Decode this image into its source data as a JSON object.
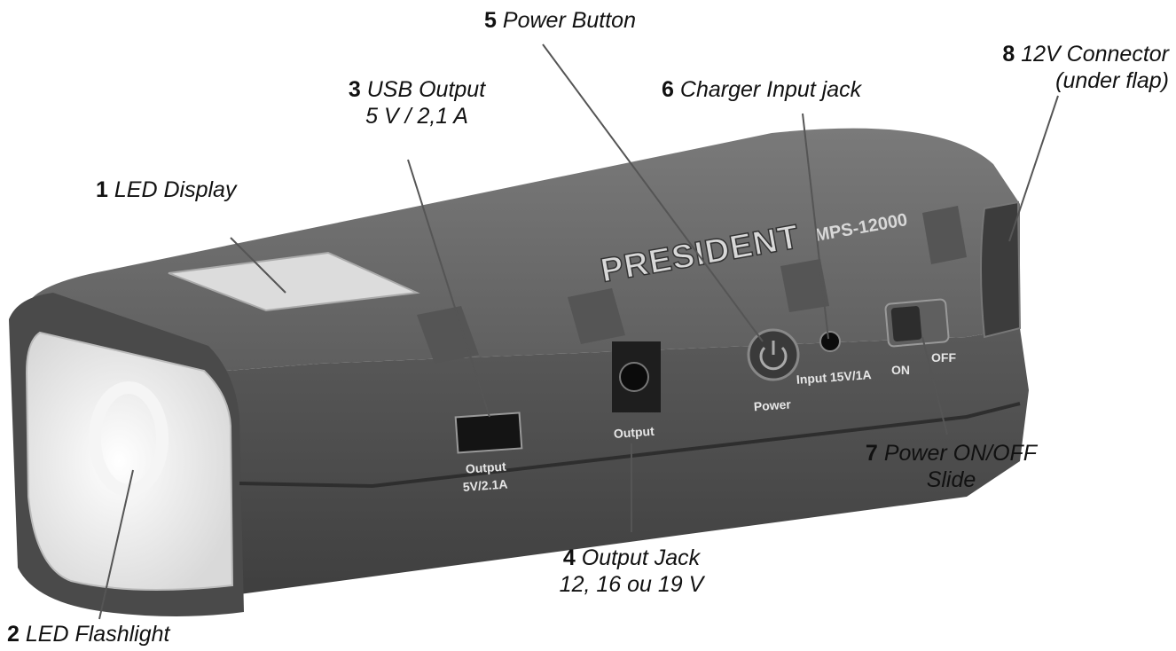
{
  "device": {
    "brand": "PRESIDENT",
    "model": "MPS-12000",
    "port_labels": {
      "usb_output": "Output",
      "usb_rating": "5V/2.1A",
      "dc_output": "Output",
      "power": "Power",
      "input": "Input 15V/1A",
      "switch_on": "ON",
      "switch_off": "OFF"
    }
  },
  "callouts": [
    {
      "id": "led-display",
      "number": "1",
      "text": "LED Display",
      "sub": ""
    },
    {
      "id": "led-flashlight",
      "number": "2",
      "text": "LED Flashlight",
      "sub": ""
    },
    {
      "id": "usb-output",
      "number": "3",
      "text": "USB Output",
      "sub": "5 V / 2,1 A"
    },
    {
      "id": "output-jack",
      "number": "4",
      "text": "Output Jack",
      "sub": "12, 16 ou 19 V"
    },
    {
      "id": "power-button",
      "number": "5",
      "text": "Power Button",
      "sub": ""
    },
    {
      "id": "charger-input-jack",
      "number": "6",
      "text": "Charger Input jack",
      "sub": ""
    },
    {
      "id": "power-switch",
      "number": "7",
      "text": "Power ON/OFF",
      "sub": "Slide"
    },
    {
      "id": "connector-12v",
      "number": "8",
      "text": "12V Connector",
      "sub": "(under flap)"
    }
  ],
  "colors": {
    "body_dark": "#4d4d4d",
    "body_mid": "#6e6e6e",
    "body_light": "#8c8c8c",
    "lens": "#e9e9e9",
    "leader": "#555555"
  }
}
